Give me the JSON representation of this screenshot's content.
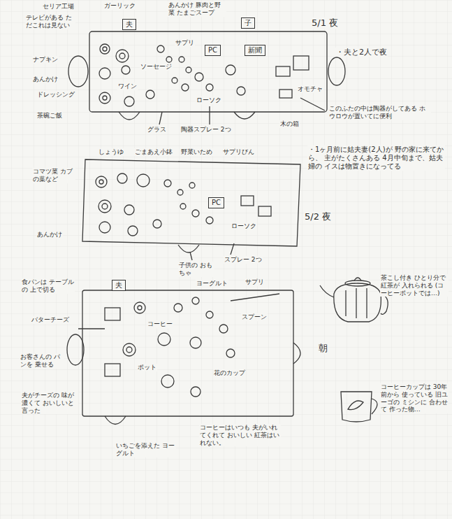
{
  "diagram": {
    "nodes": [
      {
        "text": [
          "夫"
        ]
      },
      {
        "text": [
          "子"
        ]
      },
      {
        "text": [
          "PC"
        ]
      },
      {
        "text": [
          "新聞"
        ]
      },
      {
        "text": [
          "PC"
        ]
      },
      {
        "text": [
          "夫"
        ]
      }
    ],
    "labels": [
      "5/1 夜",
      "・夫と2人で夜",
      "セリア工場",
      "テレビがある ただこれは見ない",
      "ナプキン",
      "あんかけ",
      "ドレッシング",
      "茶碗ご飯",
      "ガーリック",
      "あんかけ 豚肉と野菜 たまごスープ",
      "サプリ",
      "ワイン",
      "ソーセージ",
      "ローソク",
      "グラス",
      "陶器スプレー 2つ",
      "オモチャ",
      "木の箱",
      "このふたの中は陶器がしてある ホウロウが置いてに便利",
      "しょうゆ",
      "コマツ菜 カブの葉など",
      "ごまあえ小鉢",
      "野菜いため",
      "サプリびん",
      "あんかけ",
      "ローソク",
      "子供の おもちゃ",
      "スプレー 2つ",
      "5/2 夜",
      "・1ヶ月前に姑夫妻(2人)が 野の家に来てから、 主がたくさんある 4月中旬まで、姑夫婦の イスは物置きになってる",
      "食パンは テーブルの 上で切る",
      "バターチーズ",
      "お客さんの パンを 乗せる",
      "ヨーグルト",
      "サプリ",
      "スプーン",
      "コーヒー",
      "ポット",
      "花のカップ",
      "夫がチーズの 味が濃くて おいしいと言った",
      "いちごを添えた ヨーグルト",
      "コーヒーはいつも 夫がいれてくれて おいしい 紅茶はいれない。",
      "朝",
      "茶こし付き ひとり分で 紅茶が 入れられる (コーヒーポットでは…)",
      "コーヒーカップは 30年前から 使っている 旧ユーゴの ミシンに 合わせて 作った物…"
    ]
  }
}
